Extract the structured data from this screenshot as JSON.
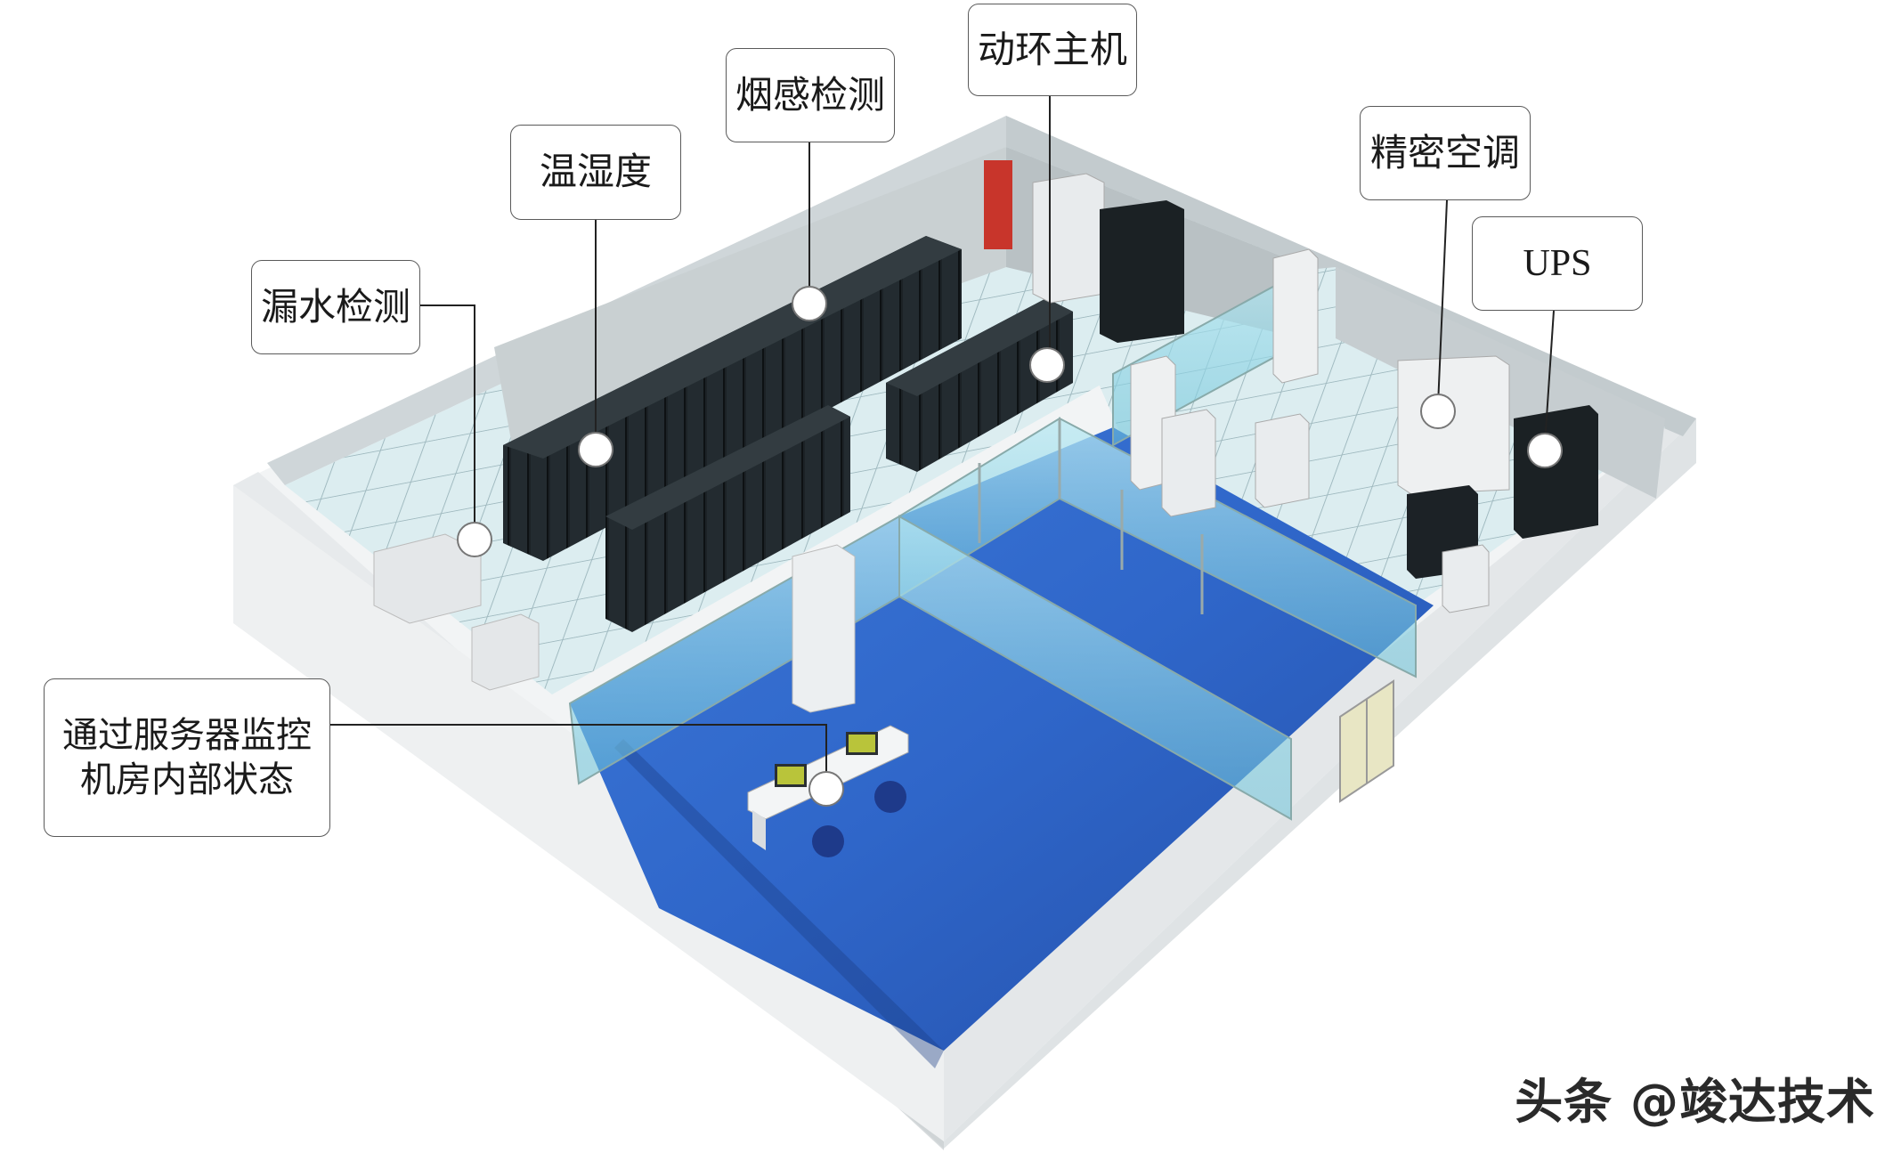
{
  "labels": {
    "leak": "漏水检测",
    "temp_humidity": "温湿度",
    "smoke": "烟感检测",
    "env_host": "动环主机",
    "precision_ac": "精密空调",
    "ups": "UPS",
    "monitor_line1": "通过服务器监控",
    "monitor_line2": "机房内部状态"
  },
  "watermark": "头条 @竣达技术",
  "colors": {
    "floor_blue": "#2f66c9",
    "tile_floor": "#d7ecef",
    "rack": "#1c2226",
    "wall": "#eceff1",
    "glass": "#8fd3e6",
    "callout_border": "#5a5a5a"
  }
}
